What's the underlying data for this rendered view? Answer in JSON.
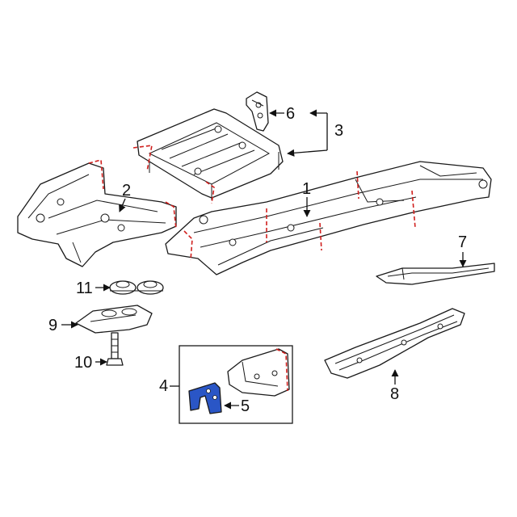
{
  "callouts": {
    "c1": "1",
    "c2": "2",
    "c3": "3",
    "c4": "4",
    "c5": "5",
    "c6": "6",
    "c7": "7",
    "c8": "8",
    "c9": "9",
    "c10": "10",
    "c11": "11"
  },
  "colors": {
    "outline": "#1a1a1a",
    "cut_line": "#d0201e",
    "highlight_part": "#2a56c6"
  }
}
